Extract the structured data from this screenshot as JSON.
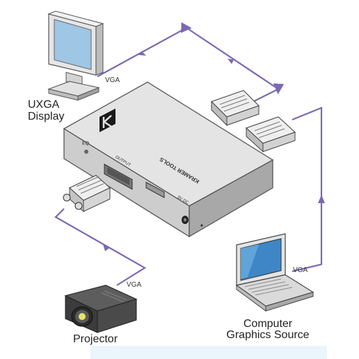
{
  "labels": {
    "display_title_1": "UXGA",
    "display_title_2": "Display",
    "projector_title": "Projector",
    "source_title_1": "Computer",
    "source_title_2": "Graphics Source",
    "vga_display": "VGA",
    "vga_projector": "VGA",
    "vga_source": "VGA"
  },
  "device": {
    "brand_text": "KRAMER TOOLS",
    "eq_label": "EQ",
    "output_label": "OUTPUT",
    "power_label": "5V DC"
  },
  "colors": {
    "cable": "#7b68b2",
    "device_top": "#e4e4e4",
    "device_front": "#c9c9c9",
    "device_side": "#a9a9a9"
  }
}
